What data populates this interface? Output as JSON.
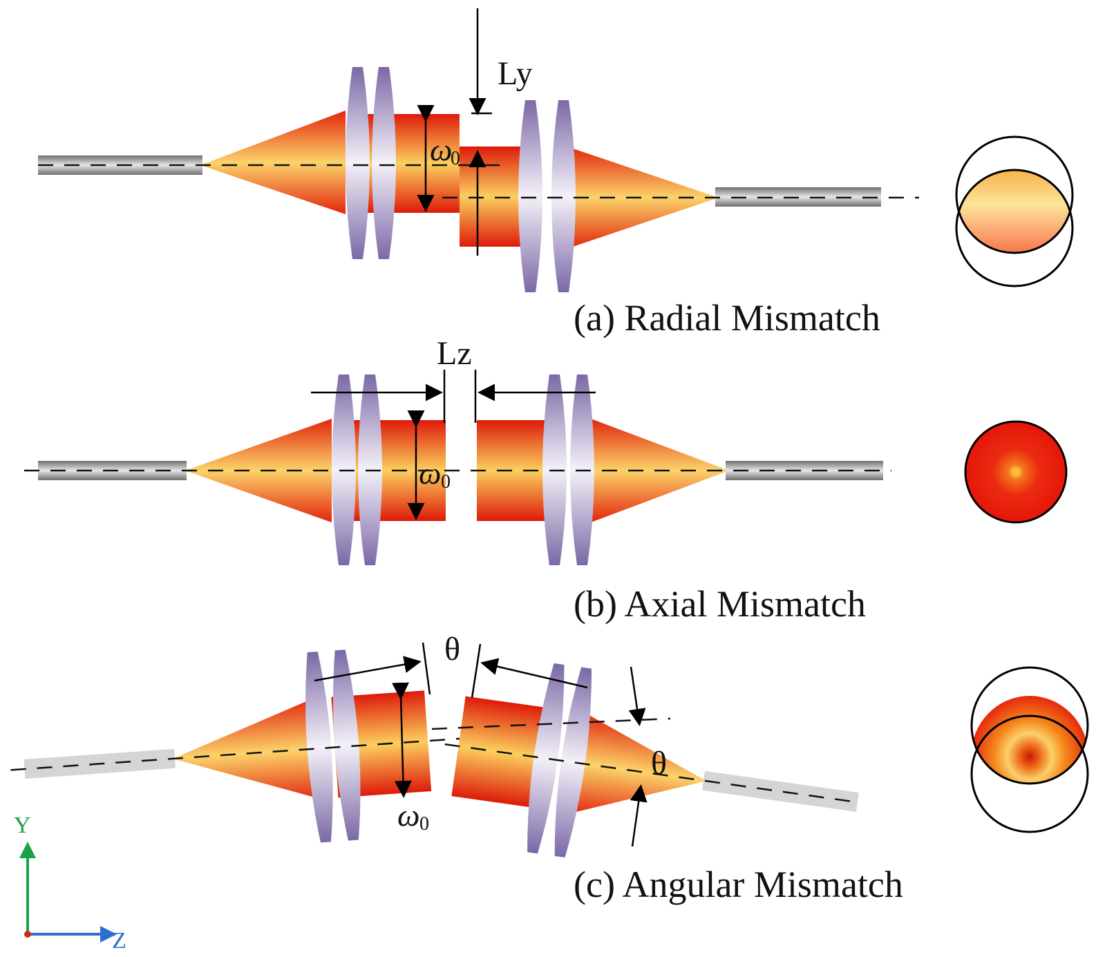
{
  "panels": {
    "radial": {
      "caption": "(a) Radial Mismatch",
      "offset_label": "Ly",
      "waist_symbol": "ω",
      "waist_subscript": "0"
    },
    "axial": {
      "caption": "(b) Axial Mismatch",
      "offset_label": "Lz",
      "waist_symbol": "ω",
      "waist_subscript": "0"
    },
    "angular": {
      "caption": "(c) Angular Mismatch",
      "angle_label_top": "θ",
      "angle_label_side": "θ",
      "waist_symbol": "ω",
      "waist_subscript": "0"
    }
  },
  "axes": {
    "y_label": "Y",
    "z_label": "Z"
  },
  "colors": {
    "beam_hot": "#e8200c",
    "beam_warm": "#f6a21c",
    "beam_light": "#fbd36a",
    "lens_dark": "#7b68a6",
    "lens_light": "#ffffff",
    "fiber": "#9a9a9a",
    "y_axis": "#1aa14a",
    "z_axis": "#2b6fd1"
  }
}
